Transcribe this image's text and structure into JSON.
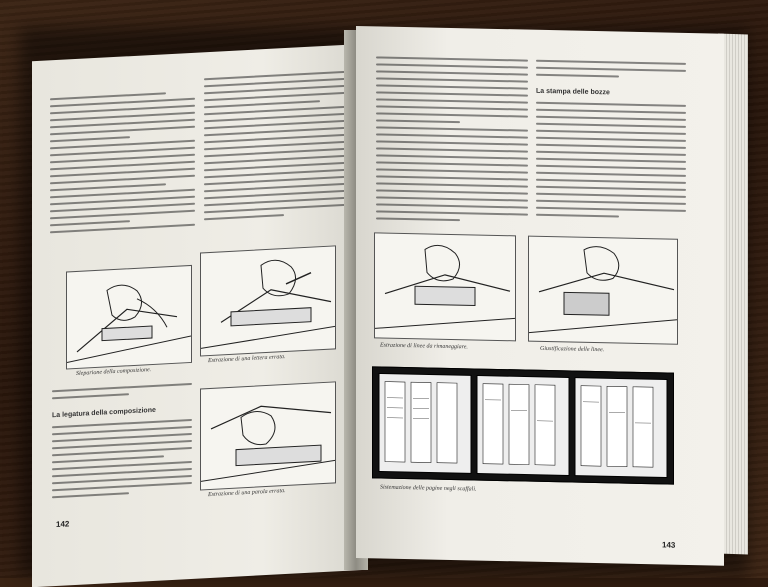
{
  "scene": {
    "surface": "dark wooden table",
    "colors": {
      "table": "#2a170c",
      "paper": "#efede6",
      "ink": "#222222"
    }
  },
  "left_page": {
    "page_number": "142",
    "heading": "La legatura della composizione",
    "captions": [
      "Sleparione della composizione.",
      "Estrazione di una lettera errata.",
      "Estrazione di una parola errata."
    ]
  },
  "right_page": {
    "page_number": "143",
    "heading": "La stampa delle bozze",
    "captions": [
      "Estrazione di linee da rimaneggiare.",
      "Giustificazione delle linee.",
      "Sistemazione delle pagine negli scaffali."
    ]
  }
}
